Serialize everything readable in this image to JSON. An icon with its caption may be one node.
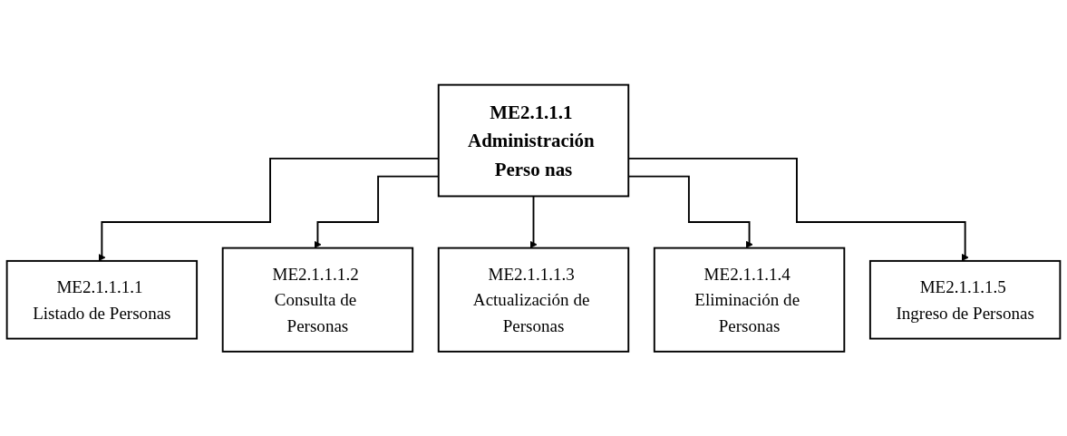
{
  "diagram": {
    "nodes": [
      {
        "text": [
          "ME2.1.1.1 Administración Perso nas"
        ]
      },
      {
        "text": [
          "ME2.1.1.1.1 Listado de Personas"
        ]
      },
      {
        "text": [
          "ME2.1.1.1.2 Consulta de Personas"
        ]
      },
      {
        "text": [
          "ME2.1.1.1.3 Actualización de Personas"
        ]
      },
      {
        "text": [
          "ME2.1.1.1.4 Eliminación de Personas"
        ]
      },
      {
        "text": [
          "ME2.1.1.1.5 Ingreso de Personas"
        ]
      }
    ],
    "edges": [
      {
        "from": 0,
        "to": 1,
        "arrow": "to"
      },
      {
        "from": 0,
        "to": 2,
        "arrow": "to"
      },
      {
        "from": 0,
        "to": 3,
        "arrow": "to"
      },
      {
        "from": 0,
        "to": 4,
        "arrow": "to"
      },
      {
        "from": 0,
        "to": 5,
        "arrow": "to"
      }
    ]
  }
}
